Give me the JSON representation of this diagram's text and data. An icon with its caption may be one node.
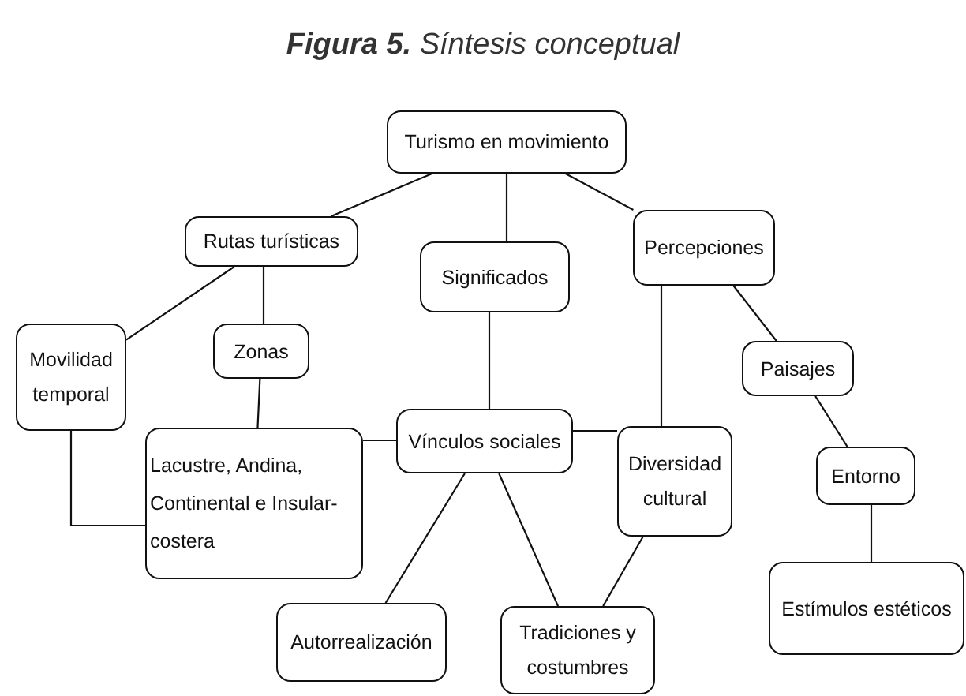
{
  "diagram": {
    "title": "**Figura 5.** Síntesis conceptual",
    "nodes": [
      {
        "text": [
          "Turismo en movimiento"
        ]
      },
      {
        "text": [
          "Rutas turísticas"
        ]
      },
      {
        "text": [
          "Significados"
        ]
      },
      {
        "text": [
          "Percepciones"
        ]
      },
      {
        "text": [
          "Movilidad temporal"
        ]
      },
      {
        "text": [
          "Zonas"
        ]
      },
      {
        "text": [
          "Paisajes"
        ]
      },
      {
        "text": [
          "Lacustre, Andina, Continental e Insular-costera"
        ]
      },
      {
        "text": [
          "Vínculos sociales"
        ]
      },
      {
        "text": [
          "Diversidad cultural"
        ]
      },
      {
        "text": [
          "Entorno"
        ]
      },
      {
        "text": [
          "Autorrealización"
        ]
      },
      {
        "text": [
          "Tradiciones y costumbres"
        ]
      },
      {
        "text": [
          "Estímulos estéticos"
        ]
      }
    ],
    "edges": [
      {
        "from": 0,
        "to": 1,
        "arrow": "none"
      },
      {
        "from": 0,
        "to": 2,
        "arrow": "none"
      },
      {
        "from": 0,
        "to": 3,
        "arrow": "none"
      },
      {
        "from": 1,
        "to": 4,
        "arrow": "none"
      },
      {
        "from": 1,
        "to": 5,
        "arrow": "none"
      },
      {
        "from": 5,
        "to": 7,
        "arrow": "none"
      },
      {
        "from": 4,
        "to": 7,
        "arrow": "none"
      },
      {
        "from": 7,
        "to": 8,
        "arrow": "none"
      },
      {
        "from": 2,
        "to": 8,
        "arrow": "none"
      },
      {
        "from": 8,
        "to": 9,
        "arrow": "none"
      },
      {
        "from": 3,
        "to": 9,
        "arrow": "none"
      },
      {
        "from": 8,
        "to": 11,
        "arrow": "none"
      },
      {
        "from": 8,
        "to": 12,
        "arrow": "none"
      },
      {
        "from": 9,
        "to": 12,
        "arrow": "none"
      },
      {
        "from": 3,
        "to": 6,
        "arrow": "none"
      },
      {
        "from": 6,
        "to": 10,
        "arrow": "none"
      },
      {
        "from": 10,
        "to": 13,
        "arrow": "none"
      }
    ]
  }
}
